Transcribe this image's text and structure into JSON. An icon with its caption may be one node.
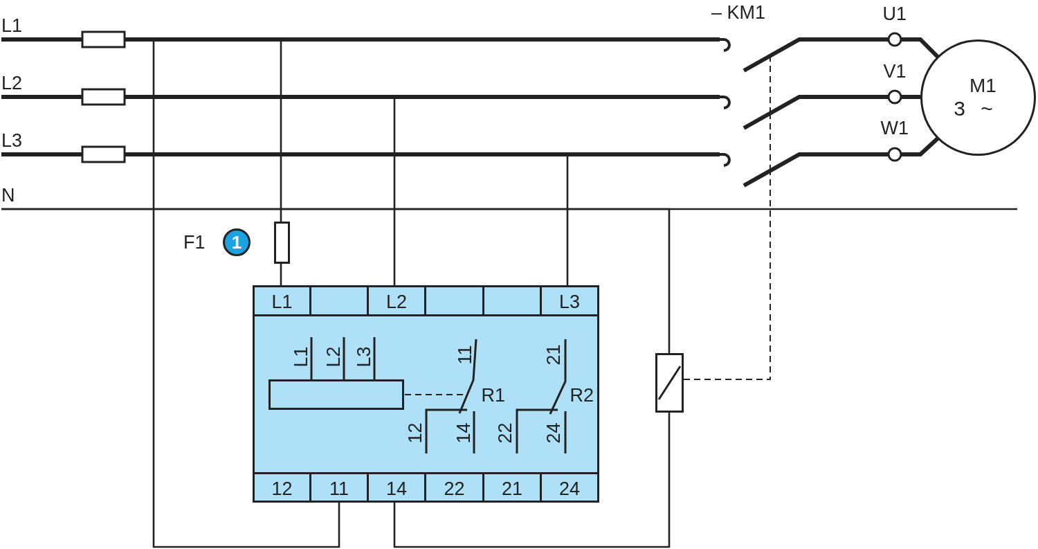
{
  "diagram": {
    "nodes": [
      {
        "text": [
          "L1"
        ]
      },
      {
        "text": [
          "L2"
        ]
      },
      {
        "text": [
          "L3"
        ]
      },
      {
        "text": [
          "N"
        ]
      },
      {
        "text": [],
        "shape": "box",
        "beside": [
          "F1"
        ]
      },
      {
        "text": [],
        "shape": "box"
      },
      {
        "text": [
          "L1"
        ],
        "in": 5
      },
      {
        "text": [],
        "shape": "box",
        "in": 5
      },
      {
        "text": [
          "L2"
        ],
        "in": 5
      },
      {
        "text": [],
        "shape": "box",
        "in": 5
      },
      {
        "text": [],
        "shape": "box",
        "in": 5
      },
      {
        "text": [
          "L3"
        ],
        "in": 5
      },
      {
        "text": [
          "12"
        ],
        "in": 5
      },
      {
        "text": [
          "11"
        ],
        "in": 5
      },
      {
        "text": [
          "14"
        ],
        "in": 5
      },
      {
        "text": [
          "22"
        ],
        "in": 5
      },
      {
        "text": [
          "21"
        ],
        "in": 5
      },
      {
        "text": [
          "24"
        ],
        "in": 5
      },
      {
        "text": [],
        "shape": "box",
        "in": 5
      },
      {
        "text": [],
        "shape": "box"
      },
      {
        "text": [
          "M1",
          "3 ~"
        ]
      },
      {
        "text": [],
        "shape": "switch",
        "beside": [
          "– KM1"
        ]
      },
      {
        "text": [],
        "shape": "switch"
      },
      {
        "text": [],
        "shape": "switch"
      }
    ],
    "edges": [
      {
        "from": 0,
        "to": 21,
        "arrow": "none",
        "style": "thick"
      },
      {
        "from": 1,
        "to": 22,
        "arrow": "none",
        "style": "thick"
      },
      {
        "from": 2,
        "to": 23,
        "arrow": "none",
        "style": "thick"
      },
      {
        "from": 21,
        "to": 20,
        "arrow": "none",
        "style": "thick"
      },
      {
        "from": 22,
        "to": 20,
        "arrow": "none",
        "style": "thick"
      },
      {
        "from": 23,
        "to": 20,
        "arrow": "none",
        "style": "thick"
      },
      {
        "from": 3,
        "to": null,
        "arrow": "none"
      },
      {
        "from": 0,
        "to": 4,
        "arrow": "none"
      },
      {
        "from": 4,
        "to": 6,
        "arrow": "none"
      },
      {
        "from": 1,
        "to": 8,
        "arrow": "none"
      },
      {
        "from": 2,
        "to": 11,
        "arrow": "none"
      },
      {
        "from": 0,
        "to": 13,
        "arrow": "none"
      },
      {
        "from": 3,
        "to": 19,
        "arrow": "none"
      },
      {
        "from": 14,
        "to": 19,
        "arrow": "none"
      },
      {
        "from": 19,
        "to": 23,
        "arrow": "none",
        "style": "dashed"
      },
      {
        "from": 23,
        "to": 22,
        "arrow": "none",
        "style": "dashed"
      },
      {
        "from": 22,
        "to": 21,
        "arrow": "none",
        "style": "dashed"
      }
    ],
    "labels": [
      "U1",
      "V1",
      "W1",
      "1",
      "L1",
      "L2",
      "L3",
      "11",
      "21",
      "R1",
      "R2",
      "12",
      "14",
      "22",
      "24"
    ]
  }
}
